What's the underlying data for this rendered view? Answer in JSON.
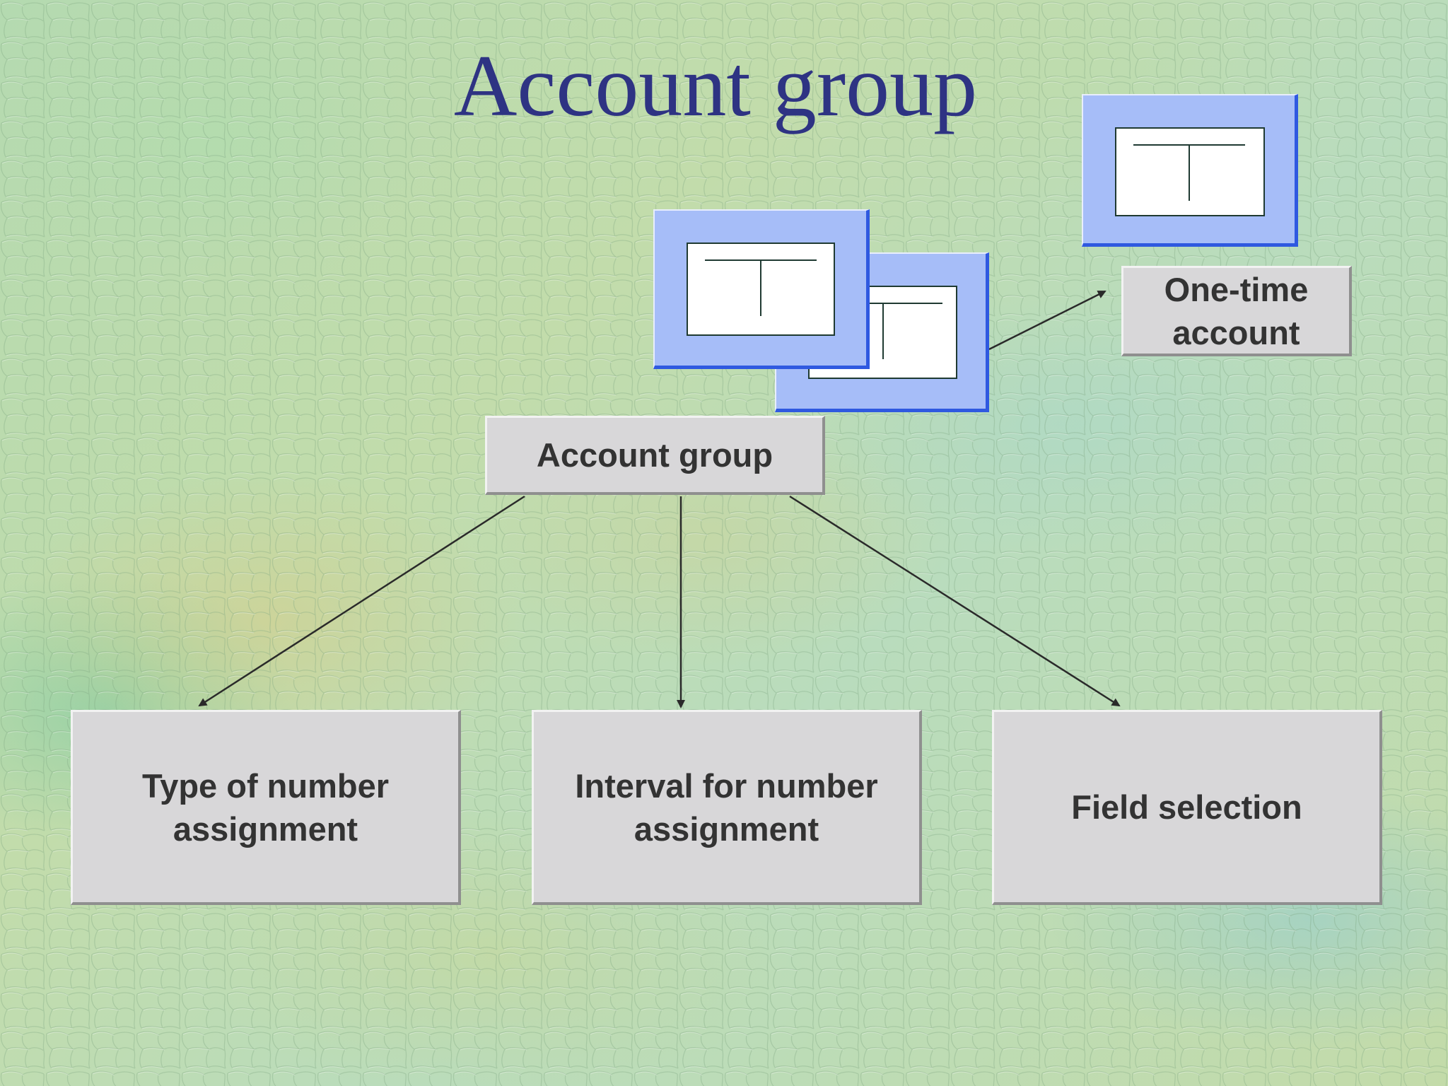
{
  "slide": {
    "title": "Account group"
  },
  "diagram": {
    "root": {
      "label": "Account group"
    },
    "side_node": {
      "label": "One-time\naccount"
    },
    "children": [
      {
        "label": "Type of number\nassignment"
      },
      {
        "label": "Interval for number\nassignment"
      },
      {
        "label": "Field selection"
      }
    ],
    "icons": [
      "account-ledger-icon",
      "account-ledger-icon",
      "one-time-account-ledger-icon"
    ],
    "colors": {
      "title": "#2e3383",
      "box_fill": "#d8d7d9",
      "box_text": "#333333",
      "icon_fill": "#a6bdf8",
      "icon_border": "#2f59e0",
      "connector": "#2a2a2a"
    }
  }
}
